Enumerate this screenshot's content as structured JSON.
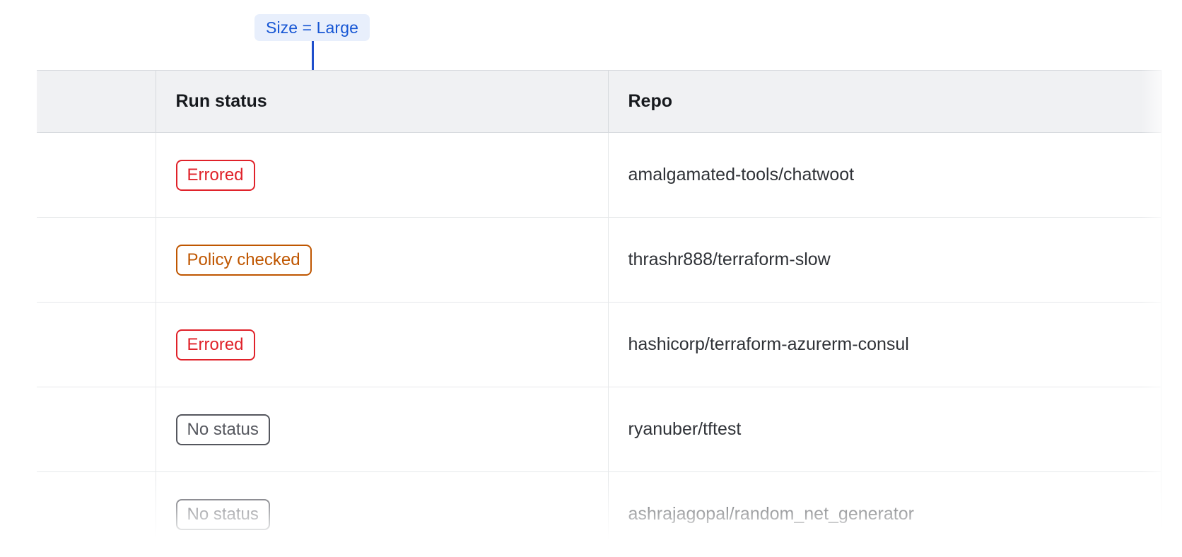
{
  "annotation": {
    "label": "Size = Large",
    "text_color": "#1656d4",
    "background_color": "#e8effc",
    "connector_color": "#1f4fcc"
  },
  "table": {
    "columns": [
      {
        "key": "select",
        "label": ""
      },
      {
        "key": "run_status",
        "label": "Run status"
      },
      {
        "key": "repo",
        "label": "Repo"
      }
    ],
    "rows": [
      {
        "run_status": "Errored",
        "status_variant": "errored",
        "status_color": "#e0222a",
        "repo": "amalgamated-tools/chatwoot"
      },
      {
        "run_status": "Policy checked",
        "status_variant": "policy-checked",
        "status_color": "#bf5600",
        "repo": "thrashr888/terraform-slow"
      },
      {
        "run_status": "Errored",
        "status_variant": "errored",
        "status_color": "#e0222a",
        "repo": "hashicorp/terraform-azurerm-consul"
      },
      {
        "run_status": "No status",
        "status_variant": "no-status",
        "status_color": "#55575e",
        "repo": "ryanuber/tftest"
      },
      {
        "run_status": "No status",
        "status_variant": "no-status",
        "status_color": "#55575e",
        "repo": "ashrajagopal/random_net_generator"
      }
    ]
  },
  "theme": {
    "header_background": "#f0f1f3",
    "header_text": "#16191d",
    "body_text": "#2f3237",
    "border": "#e6e8ea",
    "page_background": "#ffffff"
  }
}
